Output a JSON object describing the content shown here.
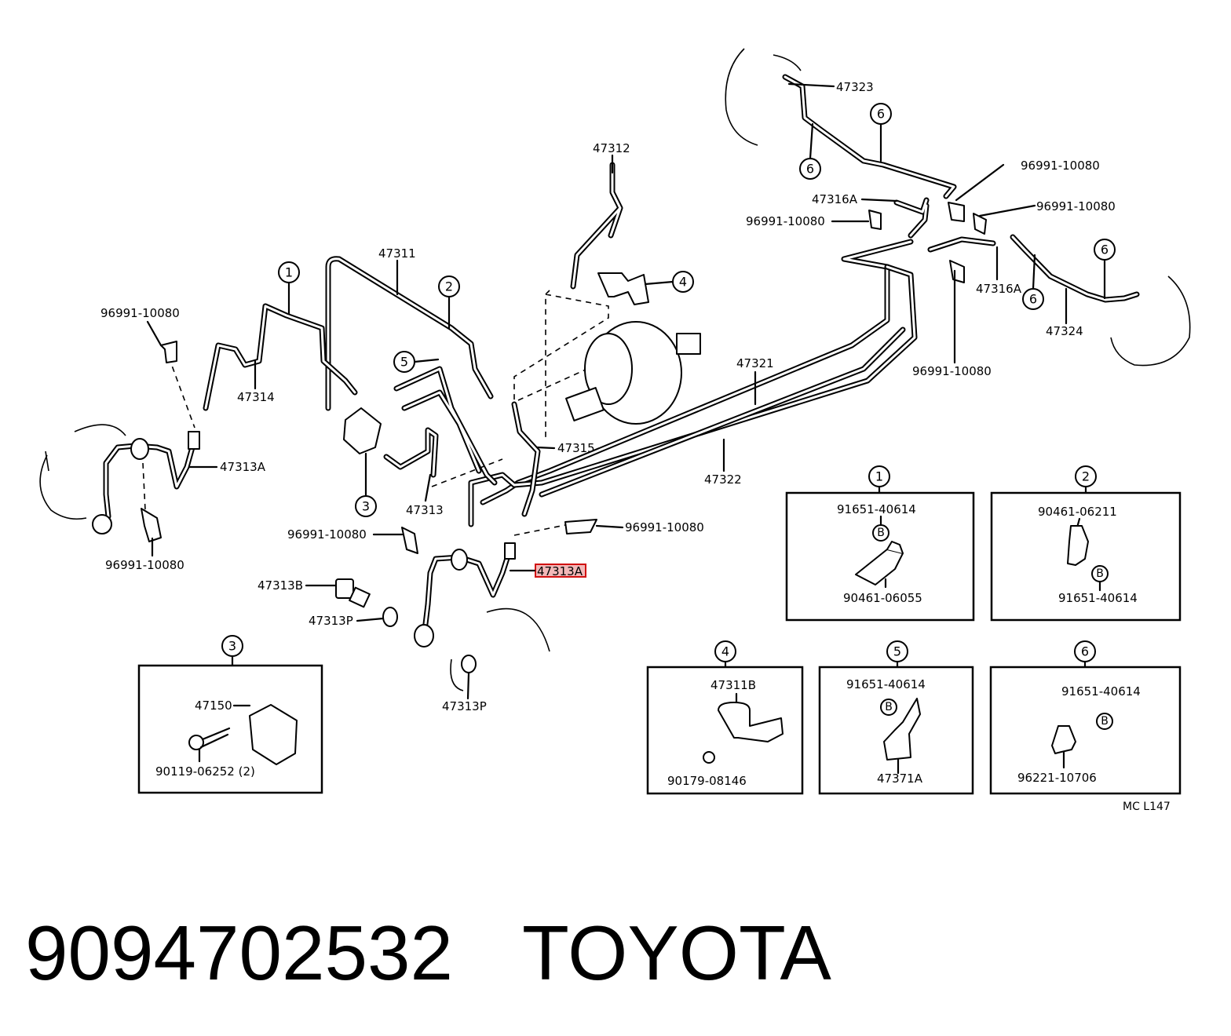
{
  "labels": {
    "p47323": "47323",
    "p96991_tr1": "96991-10080",
    "p96991_tr2": "96991-10080",
    "p47316a_top": "47316A",
    "p96991_top_mid": "96991-10080",
    "p47312": "47312",
    "p47311": "47311",
    "p96991_left_top": "96991-10080",
    "p47314": "47314",
    "p47321": "47321",
    "p47316a_right": "47316A",
    "p47324": "47324",
    "p96991_right_bottom": "96991-10080",
    "p47315": "47315",
    "p47313a_left": "47313A",
    "p47322": "47322",
    "p47313": "47313",
    "p96991_mid_left": "96991-10080",
    "p96991_mid_right": "96991-10080",
    "p96991_left_bottom": "96991-10080",
    "p47313a_highlight": "47313A",
    "p47313b": "47313B",
    "p47313p_1": "47313P",
    "p47313p_2": "47313P",
    "diagram_code": "MC  L147"
  },
  "callouts": [
    "1",
    "2",
    "3",
    "4",
    "5",
    "6",
    "B"
  ],
  "detail_boxes": {
    "box1": {
      "number": "1",
      "part_a": "91651-40614",
      "part_b": "90461-06055",
      "badge": "B"
    },
    "box2": {
      "number": "2",
      "part_a": "90461-06211",
      "part_b": "91651-40614",
      "badge": "B"
    },
    "box3": {
      "number": "3",
      "part_a": "47150",
      "part_b": "90119-06252 (2)"
    },
    "box4": {
      "number": "4",
      "part_a": "47311B",
      "part_b": "90179-08146"
    },
    "box5": {
      "number": "5",
      "part_a": "91651-40614",
      "part_b": "47371A",
      "badge": "B"
    },
    "box6": {
      "number": "6",
      "part_a": "91651-40614",
      "part_b": "96221-10706",
      "badge": "B"
    }
  },
  "footer": {
    "part_number": "9094702532",
    "brand": "TOYOTA"
  },
  "colors": {
    "line": "#000000",
    "background": "#ffffff",
    "highlight_fill": "#f2b8b8",
    "highlight_border": "#d01010"
  }
}
